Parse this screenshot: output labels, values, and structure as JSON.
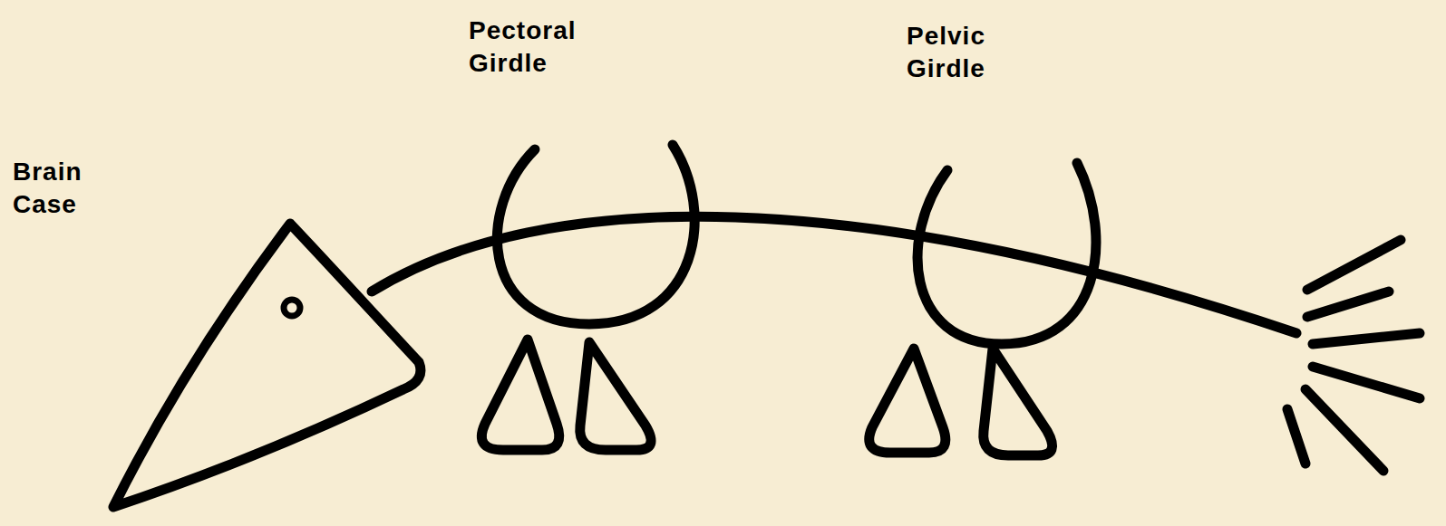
{
  "diagram": {
    "labels": [
      "Brain Case",
      "Pectoral Girdle",
      "Pelvic Girdle"
    ]
  }
}
